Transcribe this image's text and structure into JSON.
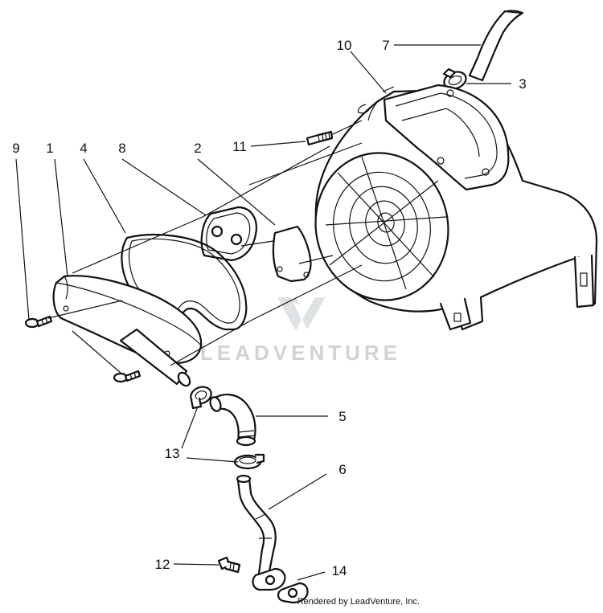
{
  "watermark": {
    "text": "LEADVENTURE"
  },
  "credit": {
    "text": "Rendered by LeadVenture, Inc."
  },
  "callouts": [
    {
      "id": "callout-1",
      "label": "1"
    },
    {
      "id": "callout-2",
      "label": "2"
    },
    {
      "id": "callout-3",
      "label": "3"
    },
    {
      "id": "callout-4",
      "label": "4"
    },
    {
      "id": "callout-5",
      "label": "5"
    },
    {
      "id": "callout-6",
      "label": "6"
    },
    {
      "id": "callout-7",
      "label": "7"
    },
    {
      "id": "callout-8",
      "label": "8"
    },
    {
      "id": "callout-9",
      "label": "9"
    },
    {
      "id": "callout-10",
      "label": "10"
    },
    {
      "id": "callout-11",
      "label": "11"
    },
    {
      "id": "callout-12",
      "label": "12"
    },
    {
      "id": "callout-13",
      "label": "13"
    },
    {
      "id": "callout-14",
      "label": "14"
    }
  ]
}
